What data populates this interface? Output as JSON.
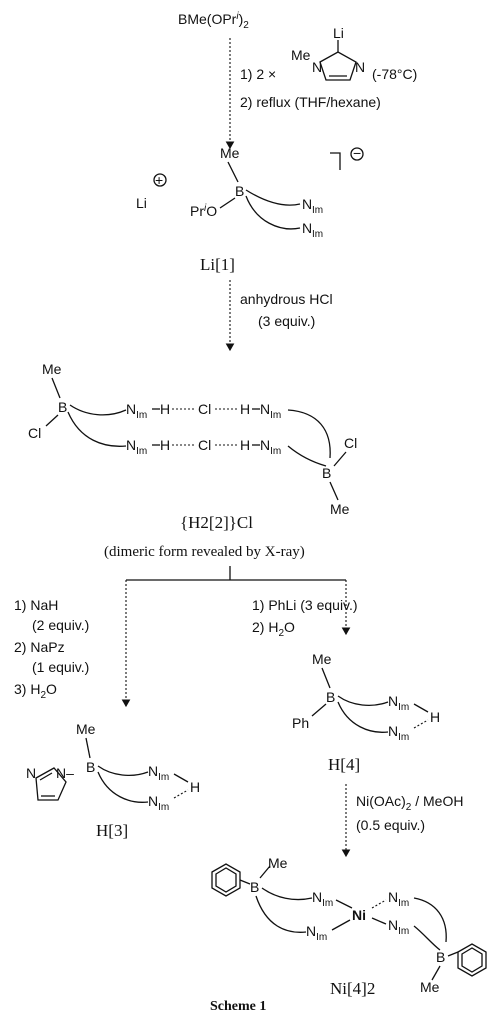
{
  "start": {
    "reagent": "BMe(OPr",
    "iso": "i",
    "close": ")",
    "sub2": "2"
  },
  "step1": {
    "line1": "1)  2 ×",
    "temp": "(-78°C)",
    "line2": "2) reflux (THF/hexane)",
    "imid_me": "Me",
    "imid_n": "N",
    "imid_n2": "N",
    "imid_li": "Li"
  },
  "c1": {
    "li_plus": "Li",
    "me": "Me",
    "b": "B",
    "pr": "Pr",
    "o": "O",
    "nim": "N",
    "im": "Im",
    "label": "Li[1]"
  },
  "step2": {
    "line1": "anhydrous HCl",
    "line2": "(3 equiv.)"
  },
  "c2": {
    "me": "Me",
    "b": "B",
    "cl": "Cl",
    "hcl": "Cl",
    "h": "H",
    "label": "{H2[2]}Cl",
    "caption": "(dimeric form revealed by X-ray)"
  },
  "left_branch": {
    "s1": "1) NaH",
    "s1b": "(2 equiv.)",
    "s2": "2) NaPz",
    "s2b": "(1 equiv.)",
    "s3": "3) H",
    "s3sub": "2",
    "s3end": "O"
  },
  "right_branch": {
    "s1": "1) PhLi (3 equiv.)",
    "s2": "2) H",
    "s2sub": "2",
    "s2end": "O"
  },
  "c3": {
    "me": "Me",
    "b": "B",
    "n": "N",
    "pzlink": "N–",
    "h": "H",
    "label": "H[3]"
  },
  "c4": {
    "me": "Me",
    "b": "B",
    "ph": "Ph",
    "h": "H",
    "label": "H[4]"
  },
  "step3": {
    "line1": "Ni(OAc)",
    "sub": "2",
    "line1b": " / MeOH",
    "line2": "(0.5 equiv.)"
  },
  "c5": {
    "me": "Me",
    "b": "B",
    "ni": "Ni",
    "label": "Ni[4]2"
  },
  "scheme_title": "Scheme 1"
}
